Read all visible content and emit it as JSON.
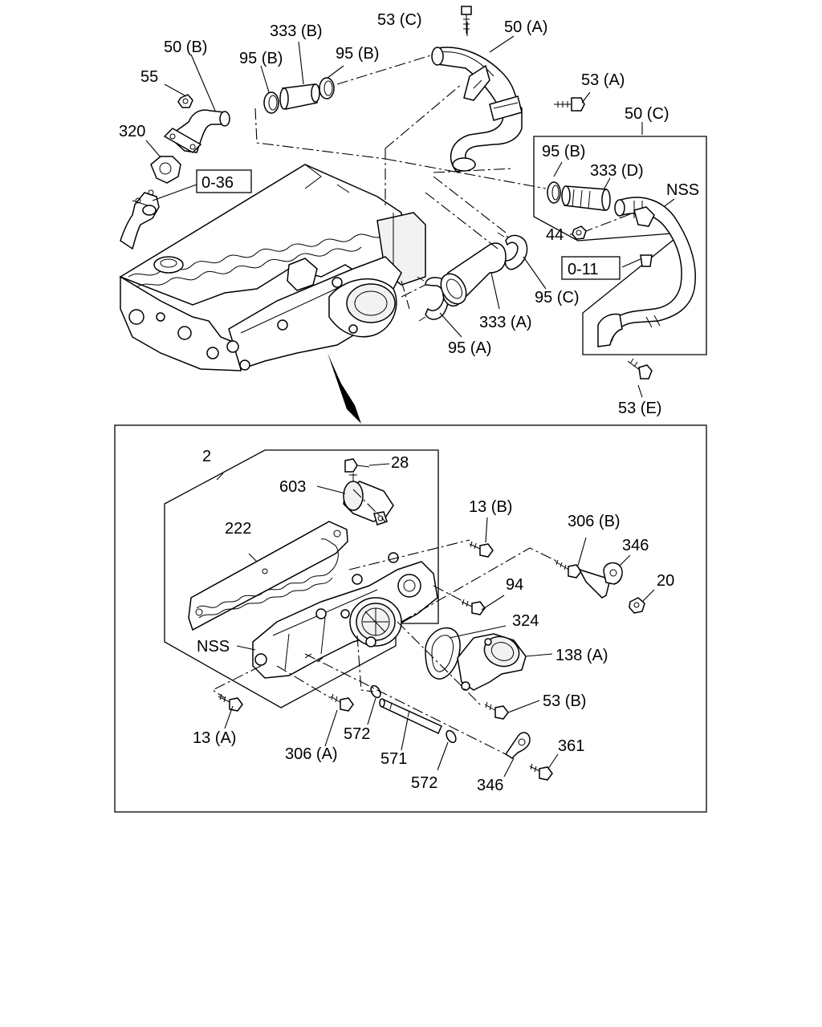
{
  "labels": {
    "l53C": "53 (C)",
    "l50A": "50 (A)",
    "l333B": "333 (B)",
    "l50B": "50 (B)",
    "l95B1": "95 (B)",
    "l95B2": "95 (B)",
    "l55": "55",
    "l53A": "53 (A)",
    "l50C": "50 (C)",
    "l320": "320",
    "l95B3": "95 (B)",
    "l333D": "333 (D)",
    "lNSS1": "NSS",
    "l036": "0-36",
    "l44": "44",
    "l011": "0-11",
    "l95C": "95 (C)",
    "l333A": "333 (A)",
    "l95A": "95 (A)",
    "l53E": "53 (E)",
    "l2": "2",
    "l28": "28",
    "l603": "603",
    "l13B": "13 (B)",
    "l222": "222",
    "l306B": "306 (B)",
    "l346a": "346",
    "l20": "20",
    "l94": "94",
    "l324": "324",
    "lNSS2": "NSS",
    "l138A": "138 (A)",
    "l53B": "53 (B)",
    "l13A": "13 (A)",
    "l306A": "306 (A)",
    "l572a": "572",
    "l571": "571",
    "l572b": "572",
    "l346b": "346",
    "l361": "361"
  }
}
